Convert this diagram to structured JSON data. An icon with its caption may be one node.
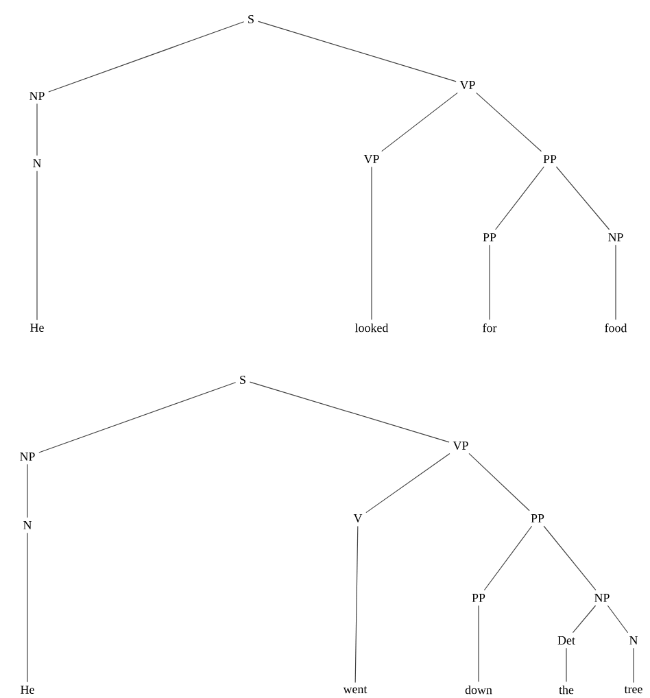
{
  "diagram": {
    "nodes": [
      {
        "text": [
          "S"
        ]
      },
      {
        "text": [
          "NP"
        ]
      },
      {
        "text": [
          "N"
        ]
      },
      {
        "text": [
          "He"
        ]
      },
      {
        "text": [
          "VP"
        ]
      },
      {
        "text": [
          "VP"
        ]
      },
      {
        "text": [
          "PP"
        ]
      },
      {
        "text": [
          "looked"
        ]
      },
      {
        "text": [
          "PP"
        ]
      },
      {
        "text": [
          "NP"
        ]
      },
      {
        "text": [
          "for"
        ]
      },
      {
        "text": [
          "food"
        ]
      },
      {
        "text": [
          "S"
        ]
      },
      {
        "text": [
          "NP"
        ]
      },
      {
        "text": [
          "N"
        ]
      },
      {
        "text": [
          "He"
        ]
      },
      {
        "text": [
          "VP"
        ]
      },
      {
        "text": [
          "V"
        ]
      },
      {
        "text": [
          "PP"
        ]
      },
      {
        "text": [
          "went"
        ]
      },
      {
        "text": [
          "PP"
        ]
      },
      {
        "text": [
          "NP"
        ]
      },
      {
        "text": [
          "down"
        ]
      },
      {
        "text": [
          "Det"
        ]
      },
      {
        "text": [
          "N"
        ]
      },
      {
        "text": [
          "the"
        ]
      },
      {
        "text": [
          "tree"
        ]
      }
    ],
    "edges": [
      {
        "from": 0,
        "to": 1,
        "arrow": "none"
      },
      {
        "from": 0,
        "to": 4,
        "arrow": "none"
      },
      {
        "from": 1,
        "to": 2,
        "arrow": "none"
      },
      {
        "from": 2,
        "to": 3,
        "arrow": "none"
      },
      {
        "from": 4,
        "to": 5,
        "arrow": "none"
      },
      {
        "from": 4,
        "to": 6,
        "arrow": "none"
      },
      {
        "from": 5,
        "to": 7,
        "arrow": "none"
      },
      {
        "from": 6,
        "to": 8,
        "arrow": "none"
      },
      {
        "from": 6,
        "to": 9,
        "arrow": "none"
      },
      {
        "from": 8,
        "to": 10,
        "arrow": "none"
      },
      {
        "from": 9,
        "to": 11,
        "arrow": "none"
      },
      {
        "from": 12,
        "to": 13,
        "arrow": "none"
      },
      {
        "from": 12,
        "to": 16,
        "arrow": "none"
      },
      {
        "from": 13,
        "to": 14,
        "arrow": "none"
      },
      {
        "from": 14,
        "to": 15,
        "arrow": "none"
      },
      {
        "from": 16,
        "to": 17,
        "arrow": "none"
      },
      {
        "from": 16,
        "to": 18,
        "arrow": "none"
      },
      {
        "from": 17,
        "to": 19,
        "arrow": "none"
      },
      {
        "from": 18,
        "to": 20,
        "arrow": "none"
      },
      {
        "from": 18,
        "to": 21,
        "arrow": "none"
      },
      {
        "from": 20,
        "to": 22,
        "arrow": "none"
      },
      {
        "from": 21,
        "to": 23,
        "arrow": "none"
      },
      {
        "from": 21,
        "to": 24,
        "arrow": "none"
      },
      {
        "from": 23,
        "to": 25,
        "arrow": "none"
      },
      {
        "from": 24,
        "to": 26,
        "arrow": "none"
      }
    ]
  }
}
